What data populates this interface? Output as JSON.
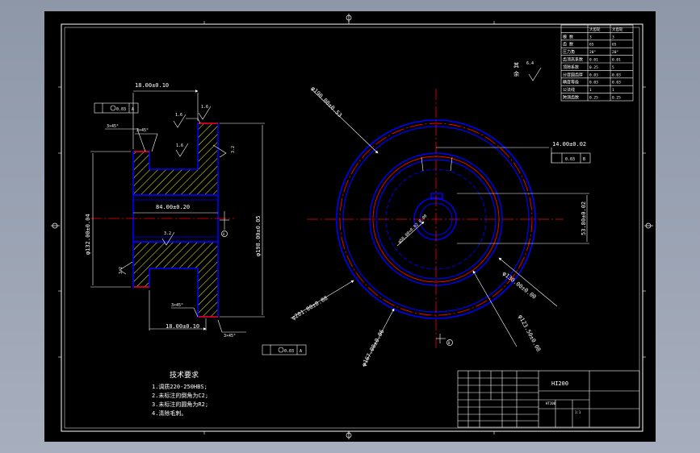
{
  "drawing": {
    "title_block_name": "HI200",
    "title_block_small_1": "HT200",
    "title_block_small_2": "1:1",
    "surface_finish_rest_label": "其\n余",
    "surface_finish_rest_value": "6.4"
  },
  "tech_requirements": {
    "heading": "技术要求",
    "items": [
      "1.调质220-250HBS;",
      "2.未标注的倒角为C2;",
      "3.未标注的圆角为R2;",
      "4.清除毛刺。"
    ]
  },
  "left_view_dims": {
    "top_width": "18.00±0.10",
    "bottom_width": "18.00±0.10",
    "hub_width": "84.00±0.20",
    "left_dia": "φ132.00±0.04",
    "right_dia": "φ198.00±0.05",
    "chamfer_1": "3×45°",
    "chamfer_2": "3×45°",
    "chamfer_3": "3×45°",
    "chamfer_4": "3×45°",
    "rough_1": "1.6",
    "rough_2": "1.6",
    "rough_3": "1.6",
    "rough_4": "3.2",
    "rough_5": "3.2",
    "rough_6": "3.2",
    "runout_top_val": "0.03",
    "runout_top_ref": "A",
    "runout_bottom_val": "0.03",
    "runout_bottom_ref": "A",
    "datum_label": "A"
  },
  "front_view_dims": {
    "dia_190": "φ190.00±0.53",
    "dia_50": "φ50.00+0.02\n    0.00",
    "key_width": "14.00±0.02",
    "key_depth": "53.80±0.02",
    "sym_tol": "0.03",
    "sym_ref": "B",
    "dia_130": "φ130.00±0.00",
    "dia_201": "φ201.00±0.08",
    "dia_167": "φ167.00±0.06",
    "dia_123": "φ123.50±0.08",
    "datum_label": "B"
  },
  "param_table": {
    "headers": [
      "",
      "大齿轮",
      "大齿轮"
    ],
    "rows": [
      [
        "模 数",
        "3",
        "3"
      ],
      [
        "齿 数",
        "65",
        "65"
      ],
      [
        "压力角",
        "20°",
        "20°"
      ],
      [
        "齿顶高系数",
        "0.01",
        "0.01"
      ],
      [
        "顶隙系数",
        "0.25",
        "5"
      ],
      [
        "分度圆齿厚",
        "0.03",
        "0.03"
      ],
      [
        "精度等级",
        "0.03",
        "0.03"
      ],
      [
        "公法线",
        "1",
        "1"
      ],
      [
        "跨测齿数",
        "0.25",
        "0.25"
      ]
    ]
  },
  "colors": {
    "background": "#000000",
    "outline": "#0000ff",
    "centerline": "#ff0000",
    "dimension": "#ffffff",
    "hatch": "#ffff00"
  }
}
